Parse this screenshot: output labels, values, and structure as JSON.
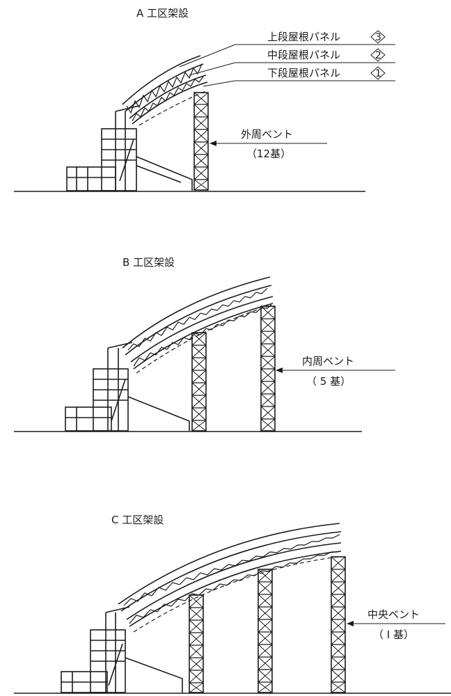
{
  "panels": [
    {
      "title": "A 工区架設",
      "roof_labels": [
        "上段屋根パネル",
        "中段屋根パネル",
        "下段屋根パネル"
      ],
      "roof_marks": [
        "3",
        "2",
        "1"
      ],
      "vent_label": "外周ベント",
      "vent_count": "（12基）"
    },
    {
      "title": "B 工区架設",
      "vent_label": "内周ベント",
      "vent_count": "（ 5 基）"
    },
    {
      "title": "C 工区架設",
      "vent_label": "中央ベント",
      "vent_count": "（ I 基）"
    }
  ]
}
